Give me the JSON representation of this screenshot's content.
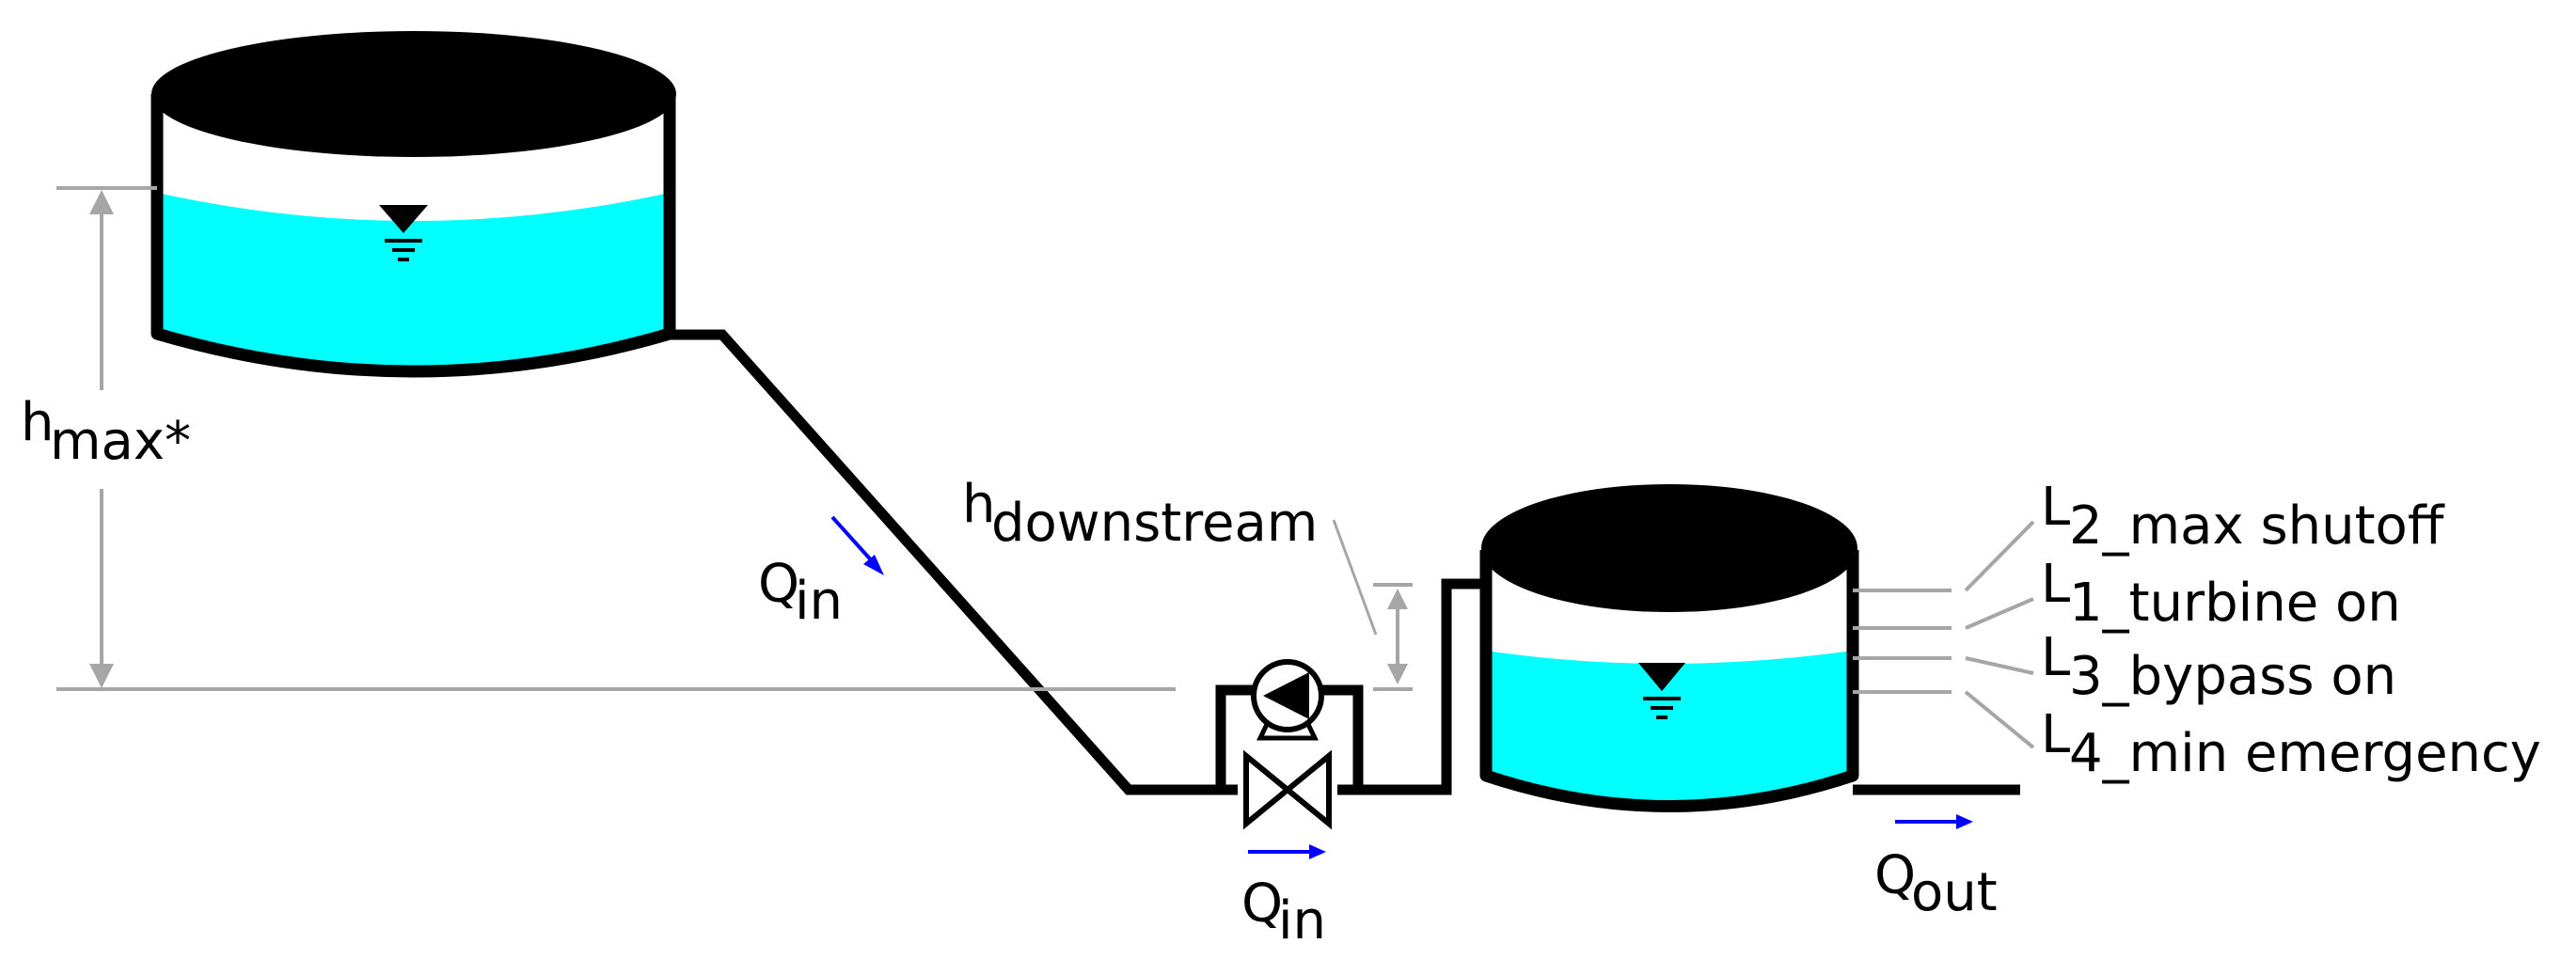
{
  "colors": {
    "water": "#00ffff",
    "tank_outline": "#000000",
    "pipe": "#000000",
    "dimension_line": "#a6a6a6",
    "flow_arrow": "#0000ff"
  },
  "labels": {
    "hmax": {
      "main": "h",
      "sub": "max*"
    },
    "hdownstream": {
      "main": "h",
      "sub": "downstream"
    },
    "qin_pipe": {
      "main": "Q",
      "sub": "in"
    },
    "qin_pump": {
      "main": "Q",
      "sub": "in"
    },
    "qout": {
      "main": "Q",
      "sub": "out"
    }
  },
  "levels": [
    {
      "main": "L",
      "sub": "2_max shutoff"
    },
    {
      "main": "L",
      "sub": "1_turbine on"
    },
    {
      "main": "L",
      "sub": "3_bypass on"
    },
    {
      "main": "L",
      "sub": "4_min emergency"
    }
  ],
  "icons": [
    "water-level-triangle-icon",
    "pump-icon",
    "valve-icon",
    "flow-arrow-icon"
  ]
}
